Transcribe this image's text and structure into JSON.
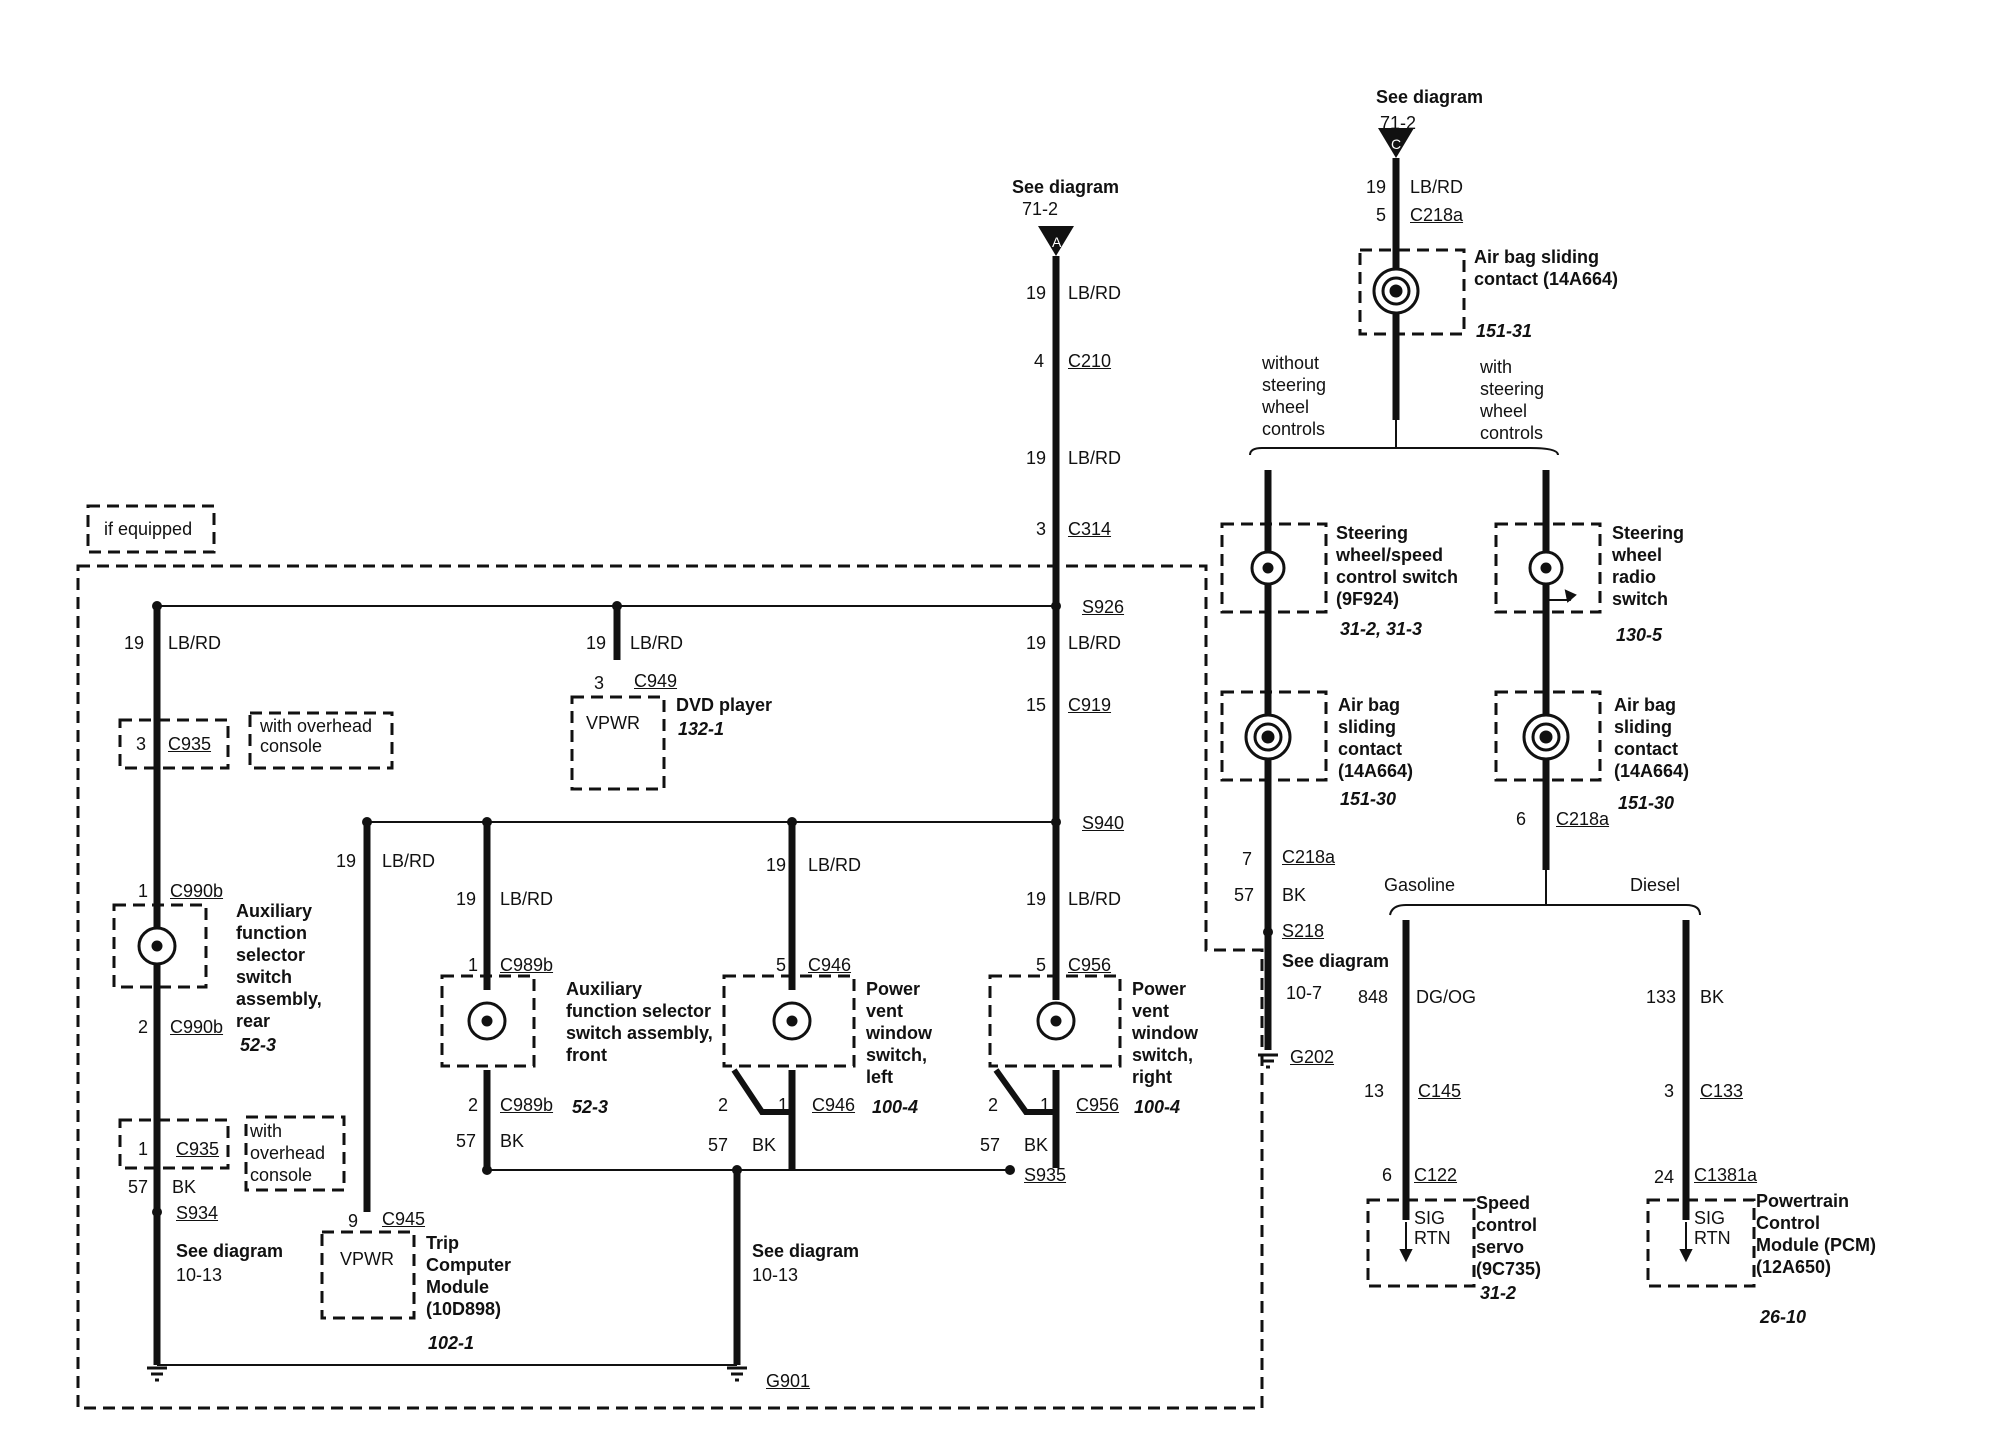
{
  "diagram": {
    "ref_top_left": {
      "see": "See diagram",
      "page": "71-2"
    },
    "ref_top_right": {
      "see": "See diagram",
      "page": "71-2"
    },
    "pins": {
      "p19a": "19",
      "p4": "4",
      "p19b": "19",
      "p3": "3",
      "p19c": "19",
      "p15": "15",
      "p19d": "19",
      "p5a": "5",
      "p2a": "2",
      "p57a": "57",
      "p19e": "19",
      "p3b": "3",
      "p19f": "19",
      "p1a": "1",
      "p2b": "2",
      "p57b": "57",
      "p19g": "19",
      "p5b": "5",
      "p2c": "2",
      "p1b": "1",
      "p57c": "57",
      "p19h": "19",
      "p3c": "3",
      "p1c": "1",
      "p2d": "2",
      "p1d": "1",
      "p57d": "57",
      "p19i": "19",
      "p9": "9",
      "p19r": "19",
      "p5r": "5",
      "p7": "7",
      "p57r": "57",
      "p6": "6",
      "p848": "848",
      "p13": "13",
      "p6b": "6",
      "p133": "133",
      "p3r": "3",
      "p24": "24"
    },
    "wires": {
      "lbrd": "LB/RD",
      "bk": "BK",
      "dgog": "DG/OG"
    },
    "connectors": {
      "c210": "C210",
      "c314": "C314",
      "s926": "S926",
      "c919": "C919",
      "s940": "S940",
      "c956": "C956",
      "c956b": "C956",
      "s935": "S935",
      "c949": "C949",
      "c935a": "C935",
      "c990b1": "C990b",
      "c990b2": "C990b",
      "c935b": "C935",
      "s934": "S934",
      "c989b1": "C989b",
      "c989b2": "C989b",
      "c946a": "C946",
      "c946b": "C946",
      "c945": "C945",
      "g901": "G901",
      "c218a1": "C218a",
      "c218a2": "C218a",
      "c218a3": "C218a",
      "s218": "S218",
      "g202": "G202",
      "c145": "C145",
      "c122": "C122",
      "c133": "C133",
      "c1381a": "C1381a"
    },
    "labels": {
      "if_equipped": "if equipped",
      "with_overhead_console": "with overhead console",
      "with_overhead_console_2": "with overhead console",
      "vpwr": "VPWR",
      "vpwr2": "VPWR",
      "sig_rtn": "SIG RTN",
      "sig_rtn2": "SIG RTN",
      "without_swc": "without steering wheel controls",
      "with_swc": "with steering wheel controls",
      "gasoline": "Gasoline",
      "diesel": "Diesel",
      "see_diag_1013a": "See diagram",
      "page_1013a": "10-13",
      "see_diag_1013b": "See diagram",
      "page_1013b": "10-13",
      "see_diag_107": "See diagram",
      "page_107": "10-7"
    },
    "components": {
      "dvd": {
        "name": "DVD player",
        "page": "132-1"
      },
      "aux_rear": {
        "name": "Auxiliary function selector switch assembly, rear",
        "page": "52-3"
      },
      "aux_front": {
        "name": "Auxiliary function selector switch assembly, front",
        "page": "52-3"
      },
      "vent_left": {
        "name": "Power vent window switch, left",
        "page": "100-4"
      },
      "vent_right": {
        "name": "Power vent window switch, right",
        "page": "100-4"
      },
      "trip": {
        "name": "Trip Computer Module (10D898)",
        "page": "102-1"
      },
      "airbag_top": {
        "name": "Air bag sliding contact (14A664)",
        "page": "151-31"
      },
      "steer_speed": {
        "name": "Steering wheel/speed control switch (9F924)",
        "page": "31-2, 31-3"
      },
      "steer_radio": {
        "name": "Steering wheel radio switch",
        "page": "130-5"
      },
      "airbag_l": {
        "name": "Air bag sliding contact (14A664)",
        "page": "151-30"
      },
      "airbag_r": {
        "name": "Air bag sliding contact (14A664)",
        "page": "151-30"
      },
      "speed_servo": {
        "name": "Speed control servo (9C735)",
        "page": "31-2"
      },
      "pcm": {
        "name": "Powertrain Control Module (PCM) (12A650)",
        "page": "26-10"
      }
    }
  }
}
